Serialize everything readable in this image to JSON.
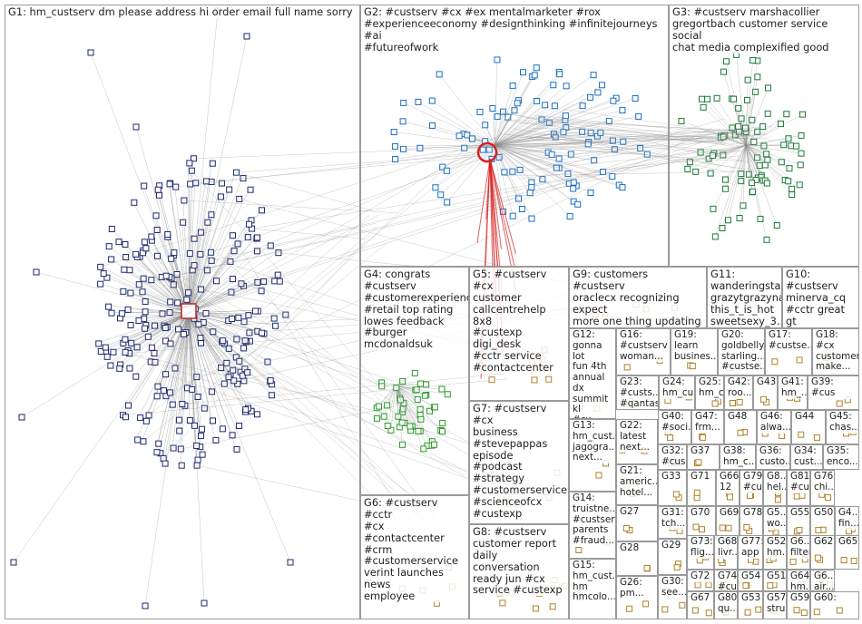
{
  "title": "NodeXL network graph of #custserv Twitter conversation groups",
  "colors": {
    "background": "#ffffff",
    "box_border": "#9a9a9a",
    "edge": "#8a8a8a",
    "edge_red": "#d82020",
    "node_g1": "#1c2a6e",
    "node_g2": "#1a6fc4",
    "node_g3": "#1e7a3a",
    "node_g4": "#2a9a2a",
    "node_misc": "#b0822a"
  },
  "groups": [
    {
      "id": "G1",
      "label": "G1: hm_custserv dm please address hi order email full name sorry"
    },
    {
      "id": "G2",
      "label": "G2: #custserv #cx #ex mentalmarketer #rox\n#experienceeconomy #designthinking #infinitejourneys #ai\n#futureofwork"
    },
    {
      "id": "G3",
      "label": "G3: #custserv marshacollier\ngregortbach customer service social\nchat media complexified good"
    },
    {
      "id": "G4",
      "label": "G4: congrats\n#custserv\n#customerexperience\n#retail top rating\nlowes feedback\n#burger mcdonaldsuk"
    },
    {
      "id": "G5",
      "label": "G5: #custserv #cx\ncustomer\ncallcentrehelp 8x8\n#custexp digi_desk\n#cctr service\n#contactcenter"
    },
    {
      "id": "G6",
      "label": "G6: #custserv #cctr\n#cx #contactcenter\n#crm\n#customerservice\nverint launches news\nemployee"
    },
    {
      "id": "G7",
      "label": "G7: #custserv #cx\nbusiness\n#stevepappas\nepisode #podcast\n#strategy\n#customerservice\n#scienceofcx\n#custexp"
    },
    {
      "id": "G8",
      "label": "G8: #custserv\ncustomer report\ndaily conversation\nready jun #cx\nservice #custexp"
    },
    {
      "id": "G9",
      "label": "G9: customers #custserv\noraclecx recognizing expect\nmore one thing updating\ncompany"
    },
    {
      "id": "G10",
      "label": "G10: #custserv\nminerva_cq\n#cctr great gt\n#ai..."
    },
    {
      "id": "G11",
      "label": "G11:\nwanderingstar...\ngrazytgrazynat\nthis_t_is_hot\nsweetsexy_3..."
    },
    {
      "id": "G12",
      "label": "G12:\ngonna lot\nfun 4th\nannual dx\nsummit kl\n#cx\n#custserv"
    },
    {
      "id": "G13",
      "label": "G13:\nhm_cust...\njagogra...\nnext..."
    },
    {
      "id": "G14",
      "label": "G14:\ntruistne...\n#custserv\nparents\n#fraud..."
    },
    {
      "id": "G15",
      "label": "G15:\nhm_cust...\nhm\nhmcolo..."
    },
    {
      "id": "G16",
      "label": "G16:\n#custserv\nwoman..."
    },
    {
      "id": "G17",
      "label": "G17:\n#custse..."
    },
    {
      "id": "G18",
      "label": "G18: #cx\ncustomer\nmake..."
    },
    {
      "id": "G19",
      "label": "G19:\nlearn\nbusines..."
    },
    {
      "id": "G20",
      "label": "G20:\ngoldbelly starling...\n#custse..."
    },
    {
      "id": "G21",
      "label": "G21:\nameric...\nhotel..."
    },
    {
      "id": "G22",
      "label": "G22:\nlatest\nnext..."
    },
    {
      "id": "G23",
      "label": "G23:\n#custs...\n#qantas"
    },
    {
      "id": "G24",
      "label": "G24:\nhm_cu..."
    },
    {
      "id": "G25",
      "label": "G25:\nhm_cu..."
    },
    {
      "id": "G26",
      "label": "G26:\npm..."
    },
    {
      "id": "G27",
      "label": "G27"
    },
    {
      "id": "G28",
      "label": "G28"
    },
    {
      "id": "G29",
      "label": "G29"
    },
    {
      "id": "G30",
      "label": "G30:\nsee..."
    },
    {
      "id": "G31",
      "label": "G31:\ntch..."
    },
    {
      "id": "G32",
      "label": "G32:\n#cus..."
    },
    {
      "id": "G33",
      "label": "G33"
    },
    {
      "id": "G34",
      "label": "G34:\ncust..."
    },
    {
      "id": "G35",
      "label": "G35:\nenco..."
    },
    {
      "id": "G36",
      "label": "G36:\ncusto..."
    },
    {
      "id": "G37",
      "label": "G37"
    },
    {
      "id": "G38",
      "label": "G38:\nhm_c..."
    },
    {
      "id": "G39",
      "label": "G39:\n#cus"
    },
    {
      "id": "G40",
      "label": "G40:\n#soci..."
    },
    {
      "id": "G41",
      "label": "G41:\nhm_..."
    },
    {
      "id": "G42",
      "label": "G42:\nroo..."
    },
    {
      "id": "G43",
      "label": "G43"
    },
    {
      "id": "G44",
      "label": "G44"
    },
    {
      "id": "G45",
      "label": "G45:\nchas..."
    },
    {
      "id": "G46",
      "label": "G46:\nalwa..."
    },
    {
      "id": "G47",
      "label": "G47:\nfrm..."
    },
    {
      "id": "G48",
      "label": "G48"
    },
    {
      "id": "G50",
      "label": "G50"
    },
    {
      "id": "G51",
      "label": "G51"
    },
    {
      "id": "G52",
      "label": "G52:\nhm..."
    },
    {
      "id": "G53",
      "label": "G53"
    },
    {
      "id": "G54",
      "label": "G54"
    },
    {
      "id": "G55",
      "label": "G55"
    },
    {
      "id": "G57",
      "label": "G57:\nstru..."
    },
    {
      "id": "G59",
      "label": "G59"
    },
    {
      "id": "G60",
      "label": "G60:"
    },
    {
      "id": "G62",
      "label": "G62"
    },
    {
      "id": "G64",
      "label": "G64:\nhm..."
    },
    {
      "id": "G65",
      "label": "G65"
    },
    {
      "id": "G66",
      "label": "G66:\n12"
    },
    {
      "id": "G67",
      "label": "G67"
    },
    {
      "id": "G68",
      "label": "G68:\nlivr..."
    },
    {
      "id": "G69",
      "label": "G69"
    },
    {
      "id": "G70",
      "label": "G70"
    },
    {
      "id": "G71",
      "label": "G71"
    },
    {
      "id": "G72",
      "label": "G72"
    },
    {
      "id": "G73",
      "label": "G73:\nflig..."
    },
    {
      "id": "G74",
      "label": "G74:\n#cu..."
    },
    {
      "id": "G76",
      "label": "G76:\nchi..."
    },
    {
      "id": "G77",
      "label": "G77:\napp"
    },
    {
      "id": "G78",
      "label": "G78"
    },
    {
      "id": "G79",
      "label": "G79:\n#cu..."
    },
    {
      "id": "G80",
      "label": "G80:\nqu..."
    },
    {
      "id": "G81",
      "label": "G81:\n#cu..."
    },
    {
      "id": "G4x",
      "label": "G4...\nfin..."
    },
    {
      "id": "G5x",
      "label": "G5...\nwo..."
    },
    {
      "id": "G6x",
      "label": "G6...\nfilter"
    },
    {
      "id": "G6y",
      "label": "G6...\nair..."
    },
    {
      "id": "G8x",
      "label": "G8...\nhel..."
    }
  ]
}
